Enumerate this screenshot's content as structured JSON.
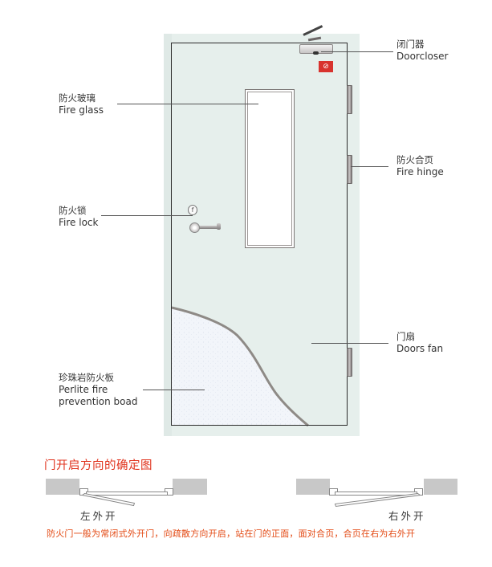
{
  "diagram": {
    "labels": {
      "doorcloser": {
        "zh": "闭门器",
        "en": "Doorcloser"
      },
      "fire_glass": {
        "zh": "防火玻璃",
        "en": "Fire glass"
      },
      "fire_hinge": {
        "zh": "防火合页",
        "en": "Fire hinge"
      },
      "fire_lock": {
        "zh": "防火锁",
        "en": "Fire lock"
      },
      "door_fan": {
        "zh": "门扇",
        "en": "Doors fan"
      },
      "perlite": {
        "zh": "珍珠岩防火板",
        "en_line1": "Perlite fire",
        "en_line2": "prevention boad"
      }
    },
    "icons": {
      "fire_sign_glyph": "⊘",
      "lock_cylinder_glyph": "f"
    }
  },
  "opening_direction": {
    "title": "门开启方向的确定图",
    "left_caption": "左外开",
    "right_caption": "右外开",
    "note": "防火门一般为常闭式外开门，向疏散方向开启，站在门的正面，面对合页，合页在右为右外开"
  },
  "colors": {
    "accent_red": "#e0321c",
    "door_panel": "#e6efec",
    "wall_gray": "#c8c8c8"
  }
}
